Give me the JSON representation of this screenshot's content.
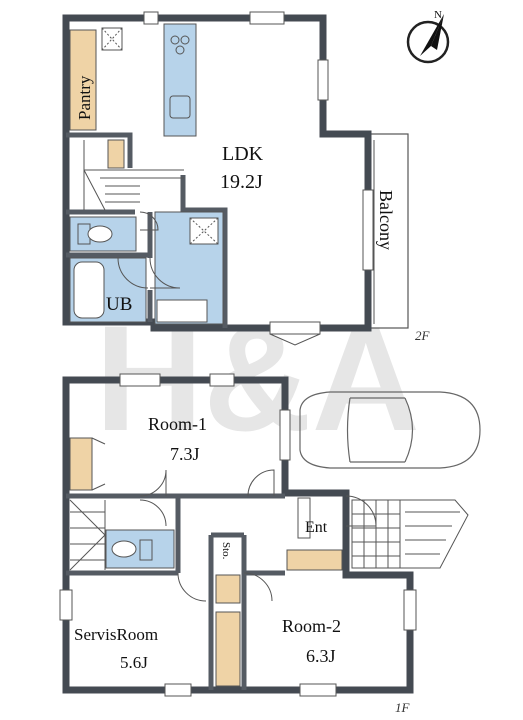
{
  "watermark": "H&A",
  "compass": {
    "label": "N"
  },
  "floors": {
    "second": {
      "label": "2F",
      "rooms": {
        "ldk": {
          "name": "LDK",
          "size": "19.2J"
        },
        "pantry": {
          "name": "Pantry"
        },
        "balcony": {
          "name": "Balcony"
        },
        "ub": {
          "name": "UB"
        }
      }
    },
    "first": {
      "label": "1F",
      "rooms": {
        "room1": {
          "name": "Room-1",
          "size": "7.3J"
        },
        "room2": {
          "name": "Room-2",
          "size": "6.3J"
        },
        "servis": {
          "name": "ServisRoom",
          "size": "5.6J"
        },
        "ent": {
          "name": "Ent"
        },
        "sto": {
          "name": "Sto."
        }
      }
    }
  },
  "colors": {
    "wet_area": "#b7d3ea",
    "storage": "#efd3a6",
    "wall": "#444a52"
  }
}
